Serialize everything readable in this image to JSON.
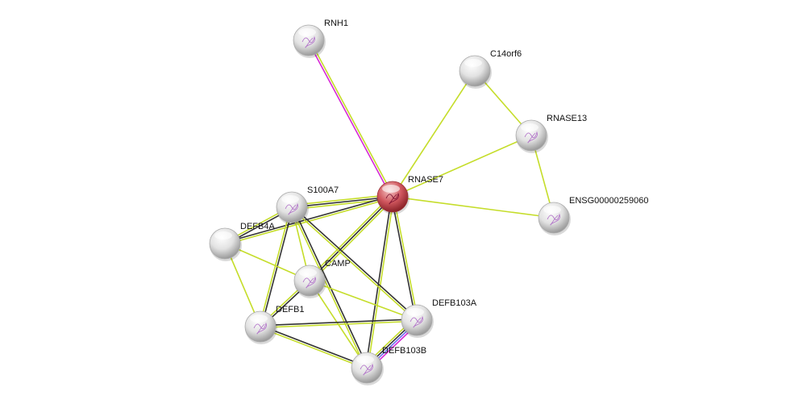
{
  "nodes": [
    {
      "id": "RNH1",
      "label": "RNH1",
      "query": false,
      "structure": true
    },
    {
      "id": "C14orf6",
      "label": "C14orf6",
      "query": false,
      "structure": false
    },
    {
      "id": "RNASE13",
      "label": "RNASE13",
      "query": false,
      "structure": true
    },
    {
      "id": "RNASE7",
      "label": "RNASE7",
      "query": true,
      "structure": true
    },
    {
      "id": "ENSG00000259060",
      "label": "ENSG00000259060",
      "query": false,
      "structure": true
    },
    {
      "id": "S100A7",
      "label": "S100A7",
      "query": false,
      "structure": true
    },
    {
      "id": "DEFB4A",
      "label": "DEFB4A",
      "query": false,
      "structure": false
    },
    {
      "id": "CAMP",
      "label": "CAMP",
      "query": false,
      "structure": true
    },
    {
      "id": "DEFB1",
      "label": "DEFB1",
      "query": false,
      "structure": true
    },
    {
      "id": "DEFB103A",
      "label": "DEFB103A",
      "query": false,
      "structure": true
    },
    {
      "id": "DEFB103B",
      "label": "DEFB103B",
      "query": false,
      "structure": true
    }
  ],
  "edges": [
    {
      "source": "RNH1",
      "target": "RNASE7",
      "evidence": [
        "textmining",
        "experiments"
      ]
    },
    {
      "source": "C14orf6",
      "target": "RNASE7",
      "evidence": [
        "textmining"
      ]
    },
    {
      "source": "C14orf6",
      "target": "RNASE13",
      "evidence": [
        "textmining"
      ]
    },
    {
      "source": "RNASE13",
      "target": "RNASE7",
      "evidence": [
        "textmining"
      ]
    },
    {
      "source": "RNASE13",
      "target": "ENSG00000259060",
      "evidence": [
        "textmining"
      ]
    },
    {
      "source": "RNASE7",
      "target": "ENSG00000259060",
      "evidence": [
        "textmining"
      ]
    },
    {
      "source": "RNASE7",
      "target": "S100A7",
      "evidence": [
        "textmining",
        "coexpression",
        "textmining"
      ]
    },
    {
      "source": "RNASE7",
      "target": "DEFB4A",
      "evidence": [
        "textmining",
        "coexpression"
      ]
    },
    {
      "source": "RNASE7",
      "target": "CAMP",
      "evidence": [
        "textmining",
        "coexpression",
        "textmining"
      ]
    },
    {
      "source": "RNASE7",
      "target": "DEFB103A",
      "evidence": [
        "textmining",
        "coexpression"
      ]
    },
    {
      "source": "RNASE7",
      "target": "DEFB103B",
      "evidence": [
        "textmining",
        "coexpression"
      ]
    },
    {
      "source": "S100A7",
      "target": "DEFB4A",
      "evidence": [
        "coexpression",
        "textmining"
      ]
    },
    {
      "source": "S100A7",
      "target": "CAMP",
      "evidence": [
        "textmining"
      ]
    },
    {
      "source": "S100A7",
      "target": "DEFB1",
      "evidence": [
        "coexpression",
        "textmining"
      ]
    },
    {
      "source": "S100A7",
      "target": "DEFB103A",
      "evidence": [
        "coexpression",
        "textmining"
      ]
    },
    {
      "source": "S100A7",
      "target": "DEFB103B",
      "evidence": [
        "coexpression",
        "textmining"
      ]
    },
    {
      "source": "DEFB4A",
      "target": "CAMP",
      "evidence": [
        "textmining"
      ]
    },
    {
      "source": "DEFB4A",
      "target": "DEFB1",
      "evidence": [
        "textmining"
      ]
    },
    {
      "source": "CAMP",
      "target": "DEFB1",
      "evidence": [
        "coexpression",
        "textmining"
      ]
    },
    {
      "source": "CAMP",
      "target": "DEFB103A",
      "evidence": [
        "textmining"
      ]
    },
    {
      "source": "CAMP",
      "target": "DEFB103B",
      "evidence": [
        "textmining"
      ]
    },
    {
      "source": "DEFB1",
      "target": "DEFB103A",
      "evidence": [
        "coexpression",
        "textmining"
      ]
    },
    {
      "source": "DEFB1",
      "target": "DEFB103B",
      "evidence": [
        "coexpression",
        "textmining"
      ]
    },
    {
      "source": "DEFB103A",
      "target": "DEFB103B",
      "evidence": [
        "experiments",
        "databases",
        "coexpression",
        "textmining"
      ]
    }
  ],
  "colors": {
    "textmining": "#c5dd2a",
    "coexpression": "#333333",
    "experiments": "#d62ad6",
    "databases": "#6e6ef0",
    "query_node": "#d0575e",
    "node": "#e6e6e6"
  }
}
